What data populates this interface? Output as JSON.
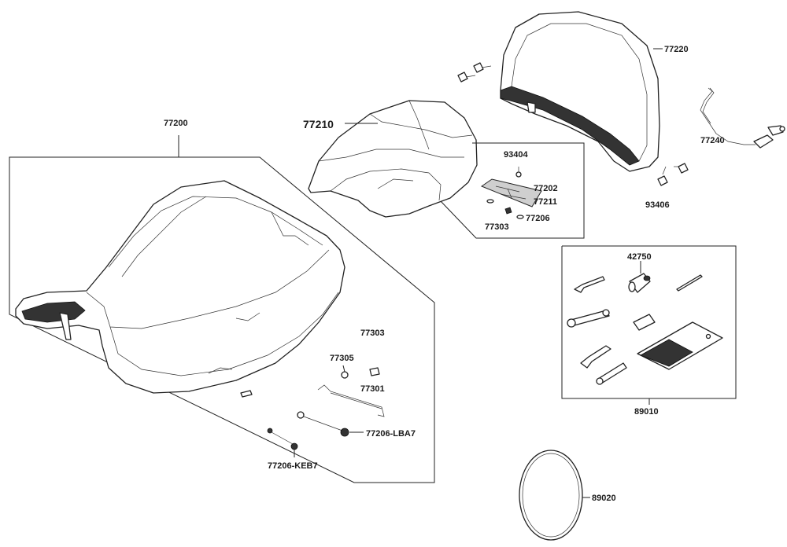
{
  "parts": {
    "p77200": "77200",
    "p77210": "77210",
    "p77220": "77220",
    "p77240": "77240",
    "p93404": "93404",
    "p77202": "77202",
    "p77211": "77211",
    "p77303a": "77303",
    "p77206": "77206",
    "p93406": "93406",
    "p42750": "42750",
    "p89010": "89010",
    "p77303b": "77303",
    "p77305": "77305",
    "p77301": "77301",
    "p77206lba7": "77206-LBA7",
    "p77206keb7": "77206-KEB7",
    "p89020": "89020"
  }
}
